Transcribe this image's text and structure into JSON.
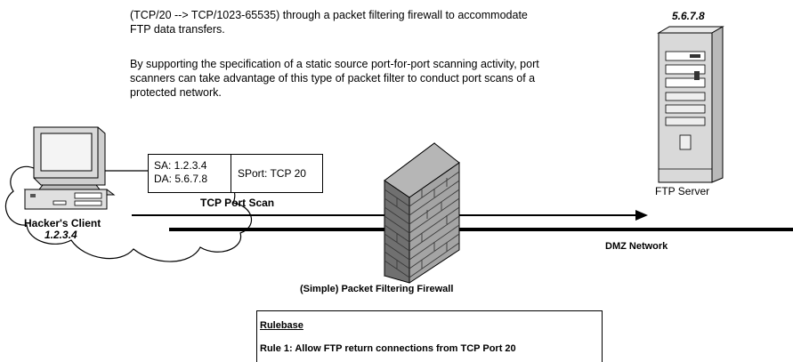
{
  "description": {
    "lines": [
      "(TCP/20 --> TCP/1023-65535) through a packet filtering firewall to accommodate",
      "FTP data transfers.",
      "By supporting the specification of a static source port-for-port scanning activity, port",
      "scanners can take advantage of this type of packet filter to conduct port scans of a",
      "protected network."
    ]
  },
  "server": {
    "ip": "5.6.7.8",
    "label": "FTP Server"
  },
  "client": {
    "label": "Hacker's Client",
    "ip": "1.2.3.4"
  },
  "packet": {
    "sa": "SA: 1.2.3.4",
    "da": "DA: 5.6.7.8",
    "sport": "SPort: TCP 20",
    "caption": "TCP Port Scan"
  },
  "firewall": {
    "label": "(Simple) Packet Filtering Firewall"
  },
  "network": {
    "label": "DMZ Network"
  },
  "rulebase": {
    "title": "Rulebase",
    "rule1": "Rule 1: Allow FTP return connections from TCP Port 20"
  },
  "colors": {
    "brick": "#9a9a9a",
    "cloud": "#ffffff",
    "tower": "#d4d4d4"
  }
}
